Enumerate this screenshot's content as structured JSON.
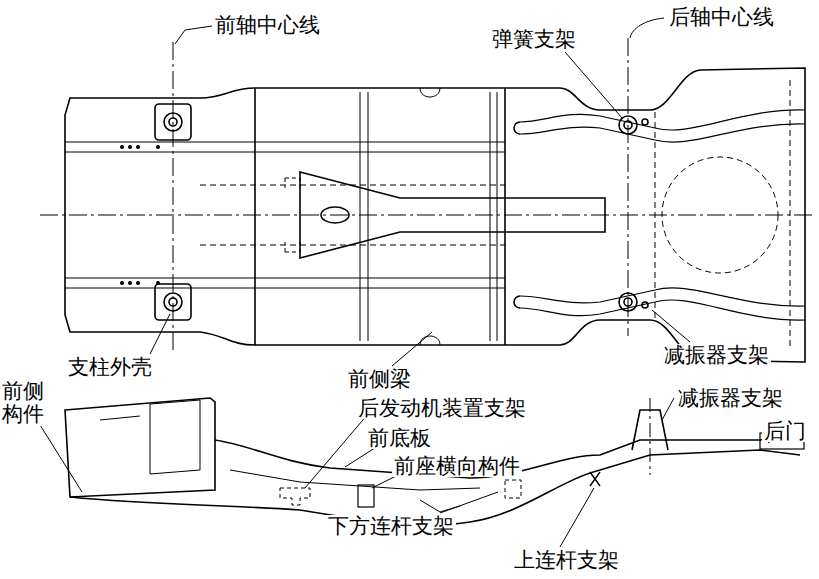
{
  "diagram": {
    "labels": [
      "前轴中心线",
      "弹簧支架",
      "后轴中心线",
      "支柱外壳",
      "减振器支架",
      "前侧梁",
      "前侧 构件",
      "后发动机装置支架",
      "减振器支架",
      "后门",
      "前底板",
      "前座横向构件",
      "下方连杆支架",
      "上连杆支架"
    ]
  }
}
